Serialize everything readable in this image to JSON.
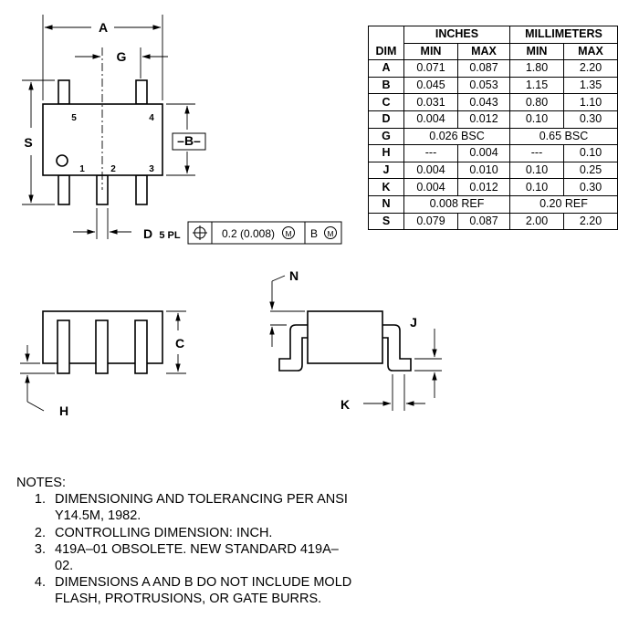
{
  "drawing": {
    "labels": {
      "A": "A",
      "G": "G",
      "S": "S",
      "B": "–B–",
      "D": "D",
      "pl": "5 PL",
      "C": "C",
      "H": "H",
      "N": "N",
      "J": "J",
      "K": "K"
    },
    "pins": [
      "5",
      "4",
      "1",
      "2",
      "3"
    ],
    "fcf": {
      "tol": "0.2 (0.008)",
      "mod1": "M",
      "datum": "B",
      "mod2": "M"
    }
  },
  "table": {
    "group_headers": [
      "INCHES",
      "MILLIMETERS"
    ],
    "sub_headers": [
      "DIM",
      "MIN",
      "MAX",
      "MIN",
      "MAX"
    ],
    "rows": [
      {
        "dim": "A",
        "in_min": "0.071",
        "in_max": "0.087",
        "mm_min": "1.80",
        "mm_max": "2.20"
      },
      {
        "dim": "B",
        "in_min": "0.045",
        "in_max": "0.053",
        "mm_min": "1.15",
        "mm_max": "1.35"
      },
      {
        "dim": "C",
        "in_min": "0.031",
        "in_max": "0.043",
        "mm_min": "0.80",
        "mm_max": "1.10"
      },
      {
        "dim": "D",
        "in_min": "0.004",
        "in_max": "0.012",
        "mm_min": "0.10",
        "mm_max": "0.30"
      },
      {
        "dim": "G",
        "in_span": "0.026 BSC",
        "mm_span": "0.65 BSC"
      },
      {
        "dim": "H",
        "in_min": "---",
        "in_max": "0.004",
        "mm_min": "---",
        "mm_max": "0.10"
      },
      {
        "dim": "J",
        "in_min": "0.004",
        "in_max": "0.010",
        "mm_min": "0.10",
        "mm_max": "0.25"
      },
      {
        "dim": "K",
        "in_min": "0.004",
        "in_max": "0.012",
        "mm_min": "0.10",
        "mm_max": "0.30"
      },
      {
        "dim": "N",
        "in_span": "0.008 REF",
        "mm_span": "0.20 REF"
      },
      {
        "dim": "S",
        "in_min": "0.079",
        "in_max": "0.087",
        "mm_min": "2.00",
        "mm_max": "2.20"
      }
    ]
  },
  "notes": {
    "title": "NOTES:",
    "items": [
      {
        "num": "1.",
        "text": "DIMENSIONING AND TOLERANCING PER ANSI Y14.5M, 1982."
      },
      {
        "num": "2.",
        "text": "CONTROLLING DIMENSION: INCH."
      },
      {
        "num": "3.",
        "text": "419A–01 OBSOLETE. NEW STANDARD 419A–02."
      },
      {
        "num": "4.",
        "text": "DIMENSIONS A AND B DO NOT INCLUDE MOLD FLASH, PROTRUSIONS, OR GATE BURRS."
      }
    ]
  }
}
